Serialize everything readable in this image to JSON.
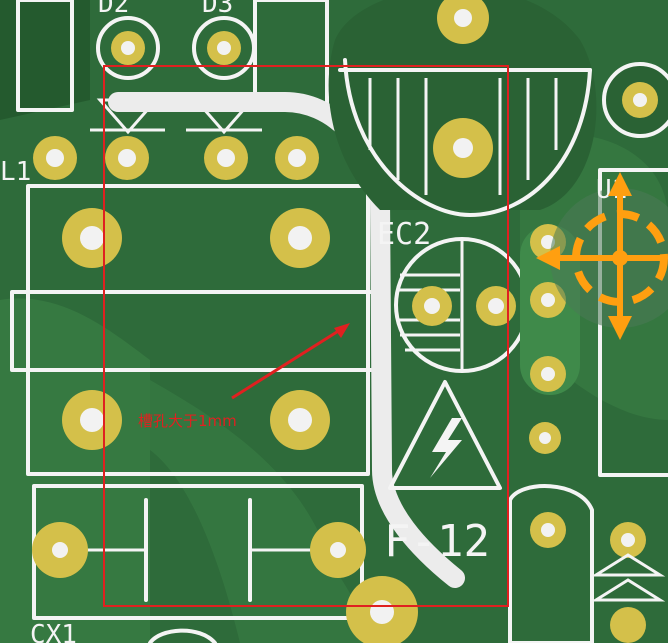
{
  "board": {
    "copper_color": "#2e6b3a",
    "copper_dark": "#245a2e",
    "pour_color": "#3f8a4a",
    "silkscreen_color": "#f4f4f4",
    "pad_color": "#d4c04a",
    "highlight_color": "#ff9f10",
    "annotation_color": "#e02020"
  },
  "silkscreen": {
    "d2": "D2",
    "d3": "D3",
    "l1": "L1",
    "ec2": "EC2",
    "u1": "U1",
    "f12": "F-12",
    "cx1": "CX1"
  },
  "annotation": {
    "note": "槽孔大于1mm"
  },
  "icons": {
    "warning": "high-voltage-warning-icon",
    "move": "move-cross-icon"
  }
}
